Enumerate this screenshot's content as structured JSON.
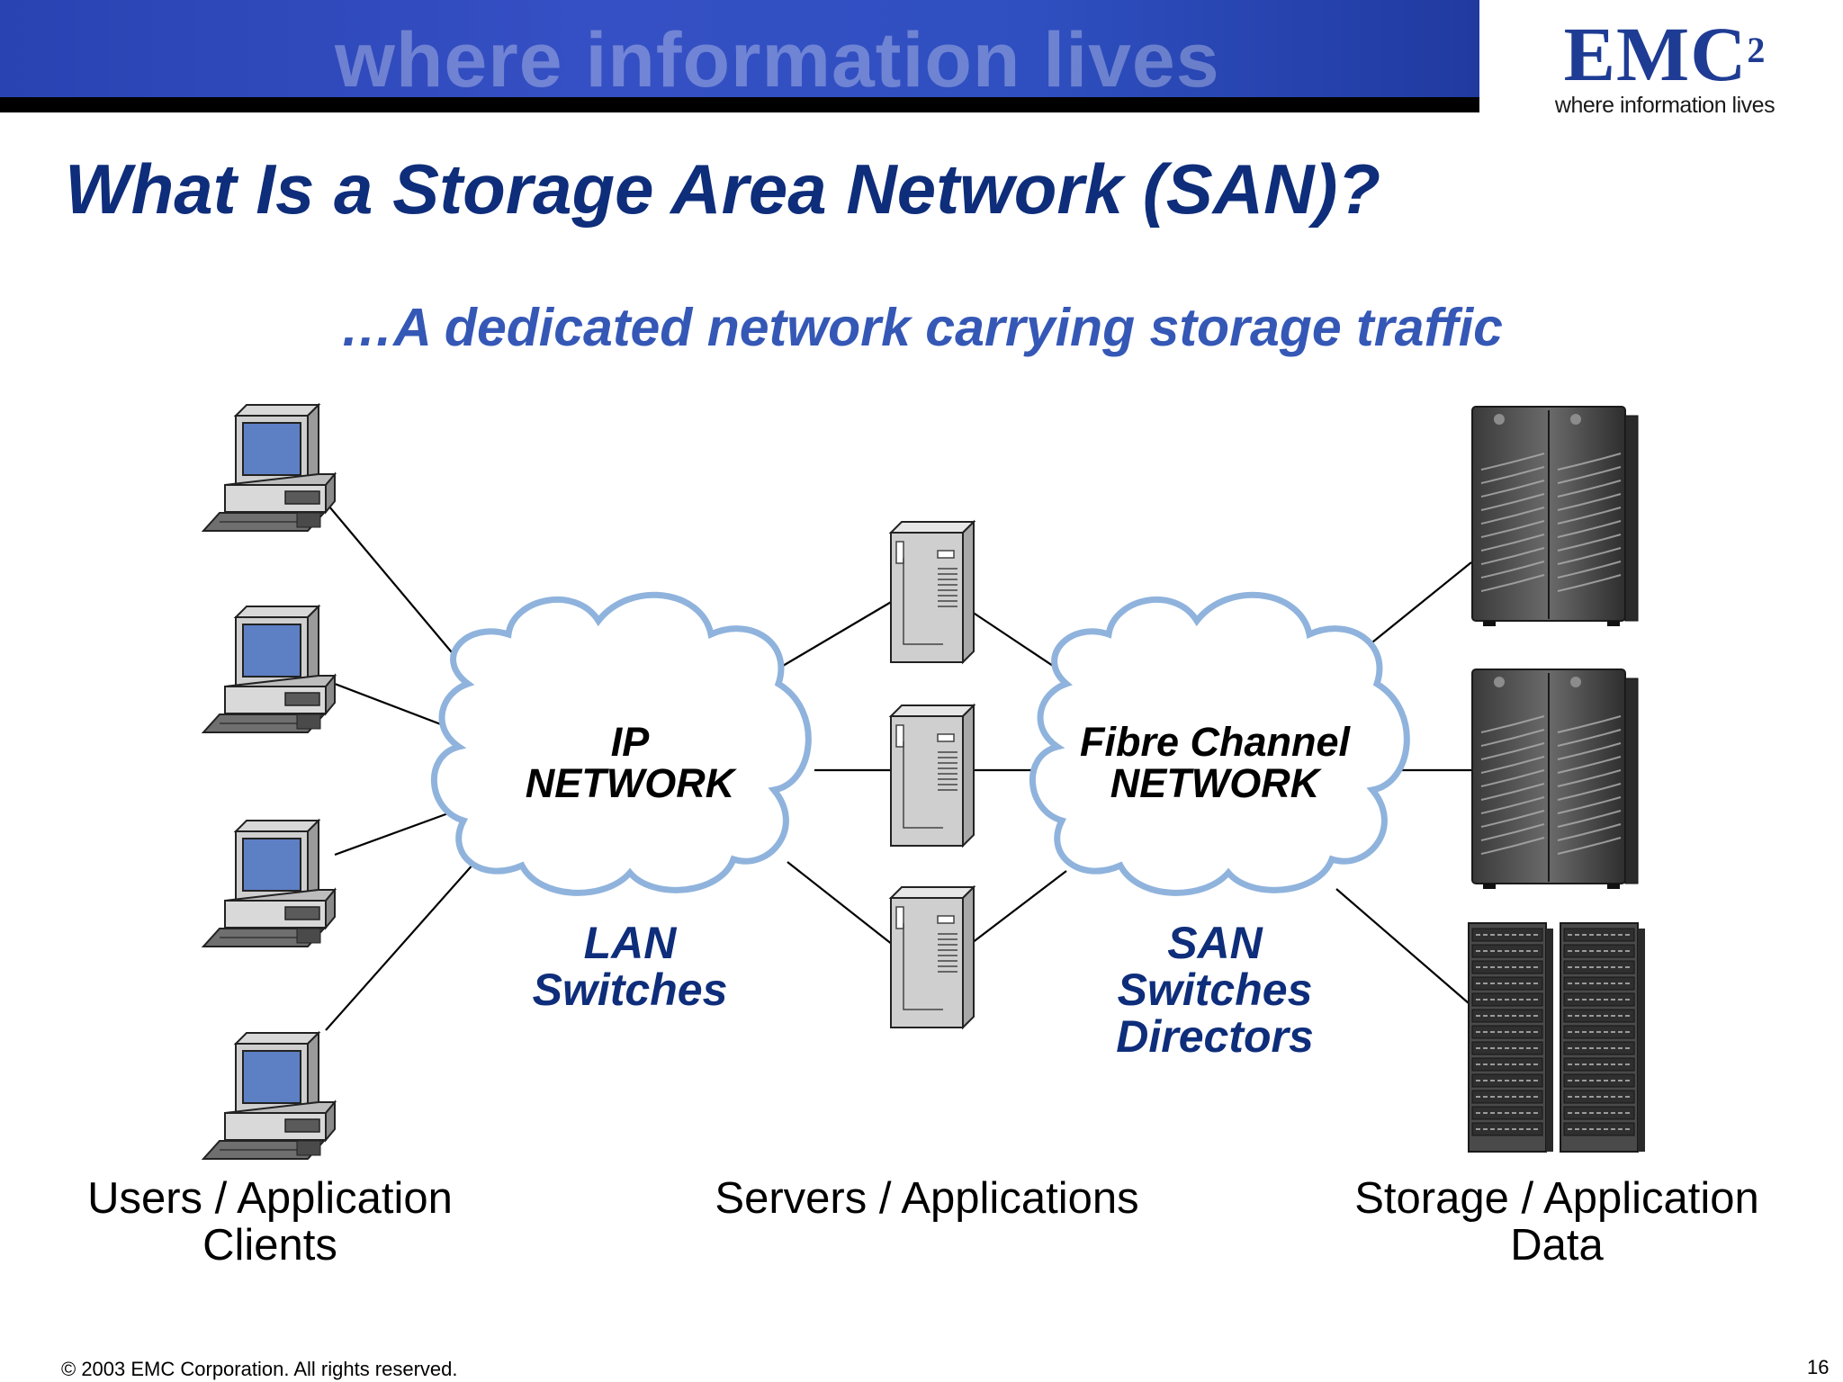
{
  "banner": {
    "text": "where information lives"
  },
  "logo": {
    "mark": "EMC",
    "superscript": "2",
    "tagline": "where information lives"
  },
  "title": "What Is a Storage Area Network (SAN)?",
  "subtitle": "…A dedicated network carrying storage traffic",
  "diagram": {
    "ip_cloud": {
      "line1": "IP",
      "line2": "NETWORK"
    },
    "fc_cloud": {
      "line1": "Fibre Channel",
      "line2": "NETWORK"
    },
    "lan_label": {
      "line1": "LAN",
      "line2": "Switches"
    },
    "san_label": {
      "line1": "SAN",
      "line2": "Switches",
      "line3": "Directors"
    },
    "columns": {
      "clients": {
        "line1": "Users / Application",
        "line2": "Clients"
      },
      "servers": {
        "line1": "Servers / Applications"
      },
      "storage": {
        "line1": "Storage / Application",
        "line2": "Data"
      }
    },
    "colors": {
      "cloud_stroke": "#8fb3dc",
      "title": "#0e2d7a",
      "subtitle": "#3558b6"
    }
  },
  "footer": {
    "copyright": "© 2003 EMC Corporation. All rights reserved.",
    "page": "16"
  }
}
